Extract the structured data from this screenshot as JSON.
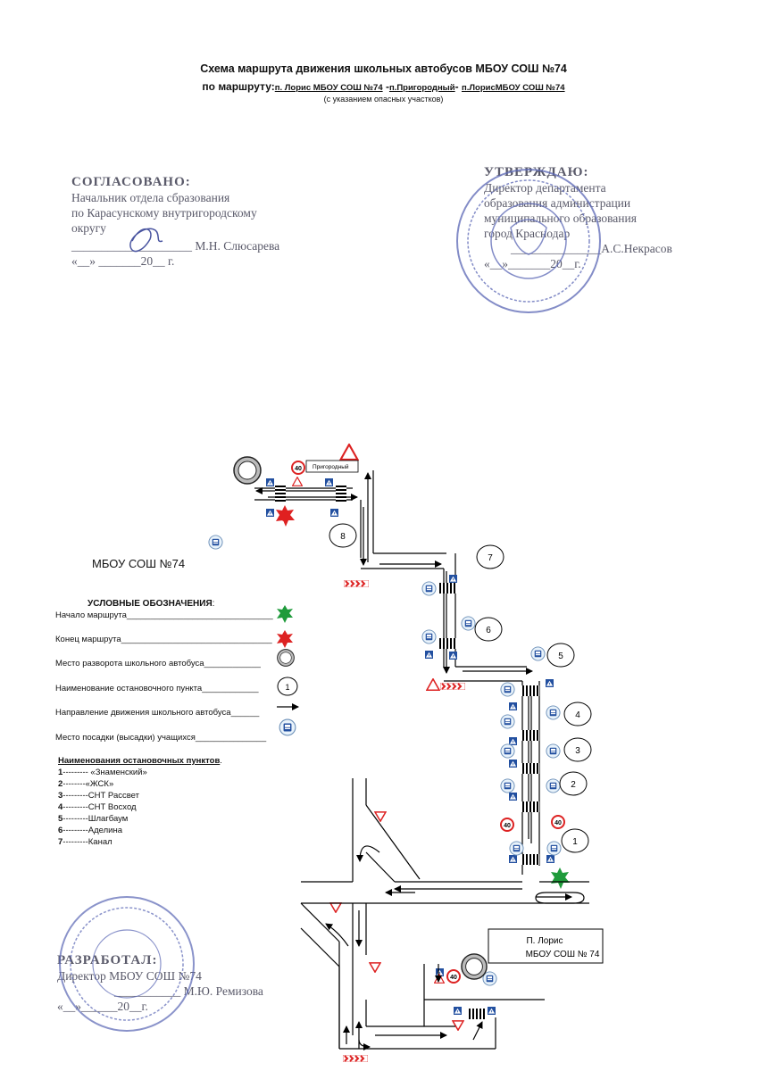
{
  "header": {
    "title": "Схема маршрута движения школьных автобусов МБОУ СОШ №74",
    "route_prefix": "по маршруту:",
    "route_1": "п. Лорис МБОУ СОШ №74",
    "route_sep1": " -",
    "route_2": "п.Пригородный",
    "route_sep2": "- ",
    "route_3": "п.ЛорисМБОУ СОШ №74",
    "subtitle": "(с указанием опасных участков)"
  },
  "approved": {
    "title": "СОГЛАСОВАНО:",
    "line1": "Начальник отдела сбразования",
    "line2": "по Карасунскому внутригородскому",
    "line3": "округу",
    "sign": "____________________ М.Н. Слюсарева",
    "date": "«__» _______20__ г."
  },
  "confirm": {
    "title": "УТВЕРЖДАЮ:",
    "line1": "Директор департамента",
    "line2": "образования администрации",
    "line3": "муниципального образования",
    "line4": "город Краснодар",
    "sign": "_______________А.С.Некрасов",
    "date": "«__»_______20__г."
  },
  "developed": {
    "title": "РАЗРАБОТАЛ:",
    "line1": "Директор МБОУ СОШ №74",
    "sign": "___________ М.Ю. Ремизова",
    "date": "«__»______20__г."
  },
  "map": {
    "school_label": "МБОУ СОШ №74",
    "prigorodny_label": "Пригородный",
    "loris_line1": "П. Лорис",
    "loris_line2": "МБОУ СОШ № 74",
    "speed": "40",
    "stop_numbers": [
      "1",
      "2",
      "3",
      "4",
      "5",
      "6",
      "7",
      "8"
    ]
  },
  "legend": {
    "title": "УСЛОВНЫЕ ОБОЗНАЧЕНИЯ",
    "title_colon": ":",
    "start": "Начало маршрута_______________________________",
    "end": "Конец маршрута________________________________",
    "turn": "Место разворота школьного автобуса____________",
    "stop_name": "Наименование остановочного пункта____________",
    "direction": "Направление движения школьного автобуса______",
    "boarding": "Место посадки (высадки) учащихся_______________",
    "stop_sample": "1"
  },
  "stops": {
    "title": "Наименования остановочных пунктов",
    "title_dot": ".",
    "items": [
      {
        "num": "1",
        "text": "--------- «Знаменский»"
      },
      {
        "num": "2",
        "text": "--------«ЖСК»"
      },
      {
        "num": "3",
        "text": "---------СНТ Рассвет"
      },
      {
        "num": "4",
        "text": "---------СНТ Восход"
      },
      {
        "num": "5",
        "text": "---------Шлагбаум"
      },
      {
        "num": "6",
        "text": "---------Аделина"
      },
      {
        "num": "7",
        "text": "---------Канал"
      }
    ]
  },
  "colors": {
    "start_star": "#1f9b3b",
    "end_star": "#e02020",
    "warning_red": "#d22",
    "sign_blue": "#2350a0",
    "stamp_blue": "#5a66b5"
  }
}
